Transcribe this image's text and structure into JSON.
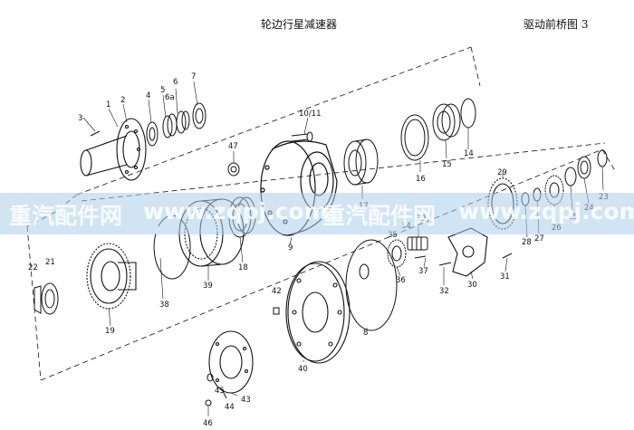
{
  "header": {
    "title": "轮边行星减速器",
    "section": "驱动前桥图 3"
  },
  "watermark": {
    "brand": "重汽配件网",
    "url": "www.zqpj.com"
  },
  "parts": [
    "1",
    "2",
    "3",
    "4",
    "5",
    "6",
    "6a",
    "7",
    "8",
    "9",
    "10/11",
    "14",
    "15",
    "16",
    "17",
    "18",
    "19",
    "21",
    "22",
    "23",
    "24",
    "25",
    "26",
    "27",
    "28",
    "29",
    "30",
    "31",
    "32",
    "33",
    "34",
    "35",
    "36",
    "37",
    "38",
    "39",
    "40",
    "42",
    "43",
    "44",
    "45",
    "46",
    "47"
  ]
}
